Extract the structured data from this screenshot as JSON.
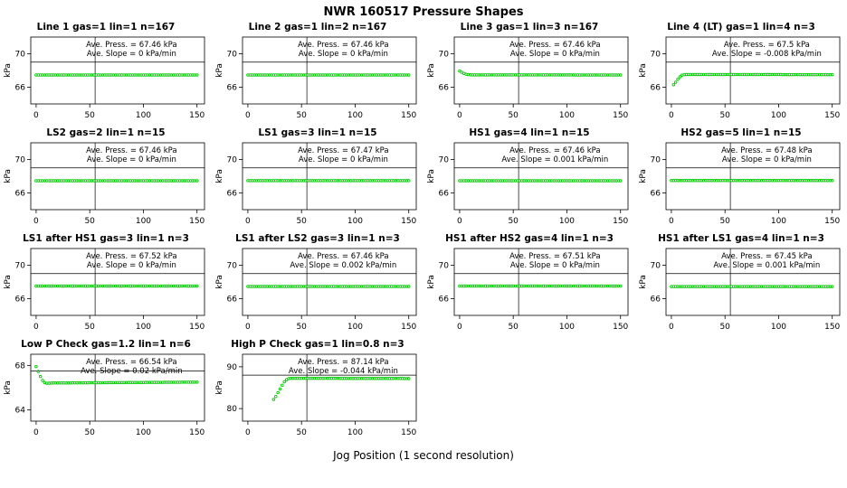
{
  "figure": {
    "title": "NWR 160517 Pressure Shapes",
    "xlabel": "Jog Position (1 second resolution)"
  },
  "colors": {
    "series": "#00CC00",
    "axis": "#000000",
    "background": "#FFFFFF"
  },
  "chart_data": {
    "type": "scatter",
    "layout": {
      "rows": 4,
      "cols": 4,
      "plots_in_last_row": 2,
      "grid": false,
      "legend": "none"
    },
    "shared": {
      "xlim": [
        -5,
        157
      ],
      "xticks": [
        0,
        50,
        100,
        150
      ],
      "ylabel": "kPa",
      "vline_x": 55,
      "point_step": 2
    },
    "plots": [
      {
        "title": "Line 1 gas=1 lin=1 n=167",
        "annotation": [
          "Ave. Press. = 67.46 kPa",
          "Ave. Slope = 0 kPa/min"
        ],
        "ave_press_kpa": 67.46,
        "ave_slope_kpa_per_min": 0,
        "ylim": [
          64,
          72
        ],
        "yticks": [
          66,
          70
        ],
        "hline_y": 69,
        "anchors": [
          [
            0,
            67.46
          ],
          [
            150,
            67.46
          ]
        ]
      },
      {
        "title": "Line 2 gas=1 lin=2 n=167",
        "annotation": [
          "Ave. Press. = 67.46 kPa",
          "Ave. Slope = 0 kPa/min"
        ],
        "ave_press_kpa": 67.46,
        "ave_slope_kpa_per_min": 0,
        "ylim": [
          64,
          72
        ],
        "yticks": [
          66,
          70
        ],
        "hline_y": 69,
        "anchors": [
          [
            0,
            67.46
          ],
          [
            150,
            67.46
          ]
        ]
      },
      {
        "title": "Line 3 gas=1 lin=3 n=167",
        "annotation": [
          "Ave. Press. = 67.46 kPa",
          "Ave. Slope = 0 kPa/min"
        ],
        "ave_press_kpa": 67.46,
        "ave_slope_kpa_per_min": 0,
        "ylim": [
          64,
          72
        ],
        "yticks": [
          66,
          70
        ],
        "hline_y": 69,
        "anchors": [
          [
            0,
            67.95
          ],
          [
            3,
            67.7
          ],
          [
            6,
            67.55
          ],
          [
            9,
            67.48
          ],
          [
            150,
            67.46
          ]
        ]
      },
      {
        "title": "Line 4 (LT) gas=1 lin=4 n=3",
        "annotation": [
          "Ave. Press. = 67.5 kPa",
          "Ave. Slope = -0.008 kPa/min"
        ],
        "ave_press_kpa": 67.5,
        "ave_slope_kpa_per_min": -0.008,
        "ylim": [
          64,
          72
        ],
        "yticks": [
          66,
          70
        ],
        "hline_y": 69,
        "anchors": [
          [
            2,
            66.3
          ],
          [
            4,
            66.6
          ],
          [
            6,
            66.95
          ],
          [
            8,
            67.25
          ],
          [
            10,
            67.45
          ],
          [
            13,
            67.52
          ],
          [
            150,
            67.5
          ]
        ]
      },
      {
        "title": "LS2 gas=2 lin=1 n=15",
        "annotation": [
          "Ave. Press. = 67.46 kPa",
          "Ave. Slope = 0 kPa/min"
        ],
        "ave_press_kpa": 67.46,
        "ave_slope_kpa_per_min": 0,
        "ylim": [
          64,
          72
        ],
        "yticks": [
          66,
          70
        ],
        "hline_y": 69,
        "anchors": [
          [
            0,
            67.46
          ],
          [
            150,
            67.46
          ]
        ]
      },
      {
        "title": "LS1 gas=3 lin=1 n=15",
        "annotation": [
          "Ave. Press. = 67.47 kPa",
          "Ave. Slope = 0 kPa/min"
        ],
        "ave_press_kpa": 67.47,
        "ave_slope_kpa_per_min": 0,
        "ylim": [
          64,
          72
        ],
        "yticks": [
          66,
          70
        ],
        "hline_y": 69,
        "anchors": [
          [
            0,
            67.47
          ],
          [
            150,
            67.47
          ]
        ]
      },
      {
        "title": "HS1 gas=4 lin=1 n=15",
        "annotation": [
          "Ave. Press. = 67.46 kPa",
          "Ave. Slope = 0.001 kPa/min"
        ],
        "ave_press_kpa": 67.46,
        "ave_slope_kpa_per_min": 0.001,
        "ylim": [
          64,
          72
        ],
        "yticks": [
          66,
          70
        ],
        "hline_y": 69,
        "anchors": [
          [
            0,
            67.46
          ],
          [
            150,
            67.46
          ]
        ]
      },
      {
        "title": "HS2 gas=5 lin=1 n=15",
        "annotation": [
          "Ave. Press. = 67.48 kPa",
          "Ave. Slope = 0 kPa/min"
        ],
        "ave_press_kpa": 67.48,
        "ave_slope_kpa_per_min": 0,
        "ylim": [
          64,
          72
        ],
        "yticks": [
          66,
          70
        ],
        "hline_y": 69,
        "anchors": [
          [
            0,
            67.48
          ],
          [
            150,
            67.48
          ]
        ]
      },
      {
        "title": "LS1 after HS1 gas=3 lin=1 n=3",
        "annotation": [
          "Ave. Press. = 67.52 kPa",
          "Ave. Slope = 0 kPa/min"
        ],
        "ave_press_kpa": 67.52,
        "ave_slope_kpa_per_min": 0,
        "ylim": [
          64,
          72
        ],
        "yticks": [
          66,
          70
        ],
        "hline_y": 69,
        "anchors": [
          [
            0,
            67.52
          ],
          [
            150,
            67.52
          ]
        ]
      },
      {
        "title": "LS1 after LS2 gas=3 lin=1 n=3",
        "annotation": [
          "Ave. Press. = 67.46 kPa",
          "Ave. Slope = 0.002 kPa/min"
        ],
        "ave_press_kpa": 67.46,
        "ave_slope_kpa_per_min": 0.002,
        "ylim": [
          64,
          72
        ],
        "yticks": [
          66,
          70
        ],
        "hline_y": 69,
        "anchors": [
          [
            0,
            67.46
          ],
          [
            150,
            67.46
          ]
        ]
      },
      {
        "title": "HS1 after HS2 gas=4 lin=1 n=3",
        "annotation": [
          "Ave. Press. = 67.51 kPa",
          "Ave. Slope = 0 kPa/min"
        ],
        "ave_press_kpa": 67.51,
        "ave_slope_kpa_per_min": 0,
        "ylim": [
          64,
          72
        ],
        "yticks": [
          66,
          70
        ],
        "hline_y": 69,
        "anchors": [
          [
            0,
            67.51
          ],
          [
            150,
            67.51
          ]
        ]
      },
      {
        "title": "HS1 after LS1 gas=4 lin=1 n=3",
        "annotation": [
          "Ave. Press. = 67.45 kPa",
          "Ave. Slope = 0.001 kPa/min"
        ],
        "ave_press_kpa": 67.45,
        "ave_slope_kpa_per_min": 0.001,
        "ylim": [
          64,
          72
        ],
        "yticks": [
          66,
          70
        ],
        "hline_y": 69,
        "anchors": [
          [
            0,
            67.45
          ],
          [
            150,
            67.45
          ]
        ]
      },
      {
        "title": "Low P Check gas=1.2 lin=1 n=6",
        "annotation": [
          "Ave. Press. = 66.54 kPa",
          "Ave. Slope = 0.02 kPa/min"
        ],
        "ave_press_kpa": 66.54,
        "ave_slope_kpa_per_min": 0.02,
        "ylim": [
          63,
          69
        ],
        "yticks": [
          64,
          68
        ],
        "hline_y": 67.5,
        "anchors": [
          [
            0,
            67.9
          ],
          [
            2,
            67.45
          ],
          [
            4,
            67.0
          ],
          [
            6,
            66.65
          ],
          [
            8,
            66.45
          ],
          [
            10,
            66.4
          ],
          [
            14,
            66.42
          ],
          [
            150,
            66.5
          ]
        ]
      },
      {
        "title": "High P Check gas=1 lin=0.8 n=3",
        "annotation": [
          "Ave. Press. = 87.14 kPa",
          "Ave. Slope = -0.044 kPa/min"
        ],
        "ave_press_kpa": 87.14,
        "ave_slope_kpa_per_min": -0.044,
        "ylim": [
          77,
          93
        ],
        "yticks": [
          80,
          90
        ],
        "hline_y": 88,
        "anchors": [
          [
            24,
            82.2
          ],
          [
            26,
            82.9
          ],
          [
            28,
            83.8
          ],
          [
            30,
            84.7
          ],
          [
            32,
            85.6
          ],
          [
            34,
            86.4
          ],
          [
            36,
            86.9
          ],
          [
            38,
            87.15
          ],
          [
            40,
            87.25
          ],
          [
            150,
            87.2
          ]
        ]
      }
    ]
  }
}
